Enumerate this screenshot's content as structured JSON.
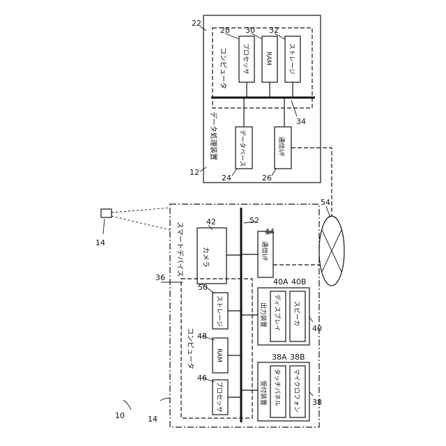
{
  "figure": {
    "labels": {
      "data_processing_device": "データ処理装置",
      "computer_top": "コンピュータ",
      "processor_top": "プロセッサ",
      "ram_top": "RAM",
      "storage_top": "ストレージ",
      "database": "データベース",
      "comm_if_top": "通信I/F",
      "smart_device": "スマートデバイス",
      "camera": "カメラ",
      "comm_if_bottom": "通信I/F",
      "computer_bottom": "コンピュータ",
      "storage_bottom": "ストレージ",
      "ram_bottom": "RAM",
      "processor_bottom": "プロセッサ",
      "output_device": "出力装置",
      "display": "ディスプレイ",
      "speaker": "スピーカ",
      "input_device": "受付装置",
      "touch_panel": "タッチパネル",
      "microphone": "マイクロフォン"
    },
    "reference_numerals": {
      "n10": "10",
      "n12": "12",
      "n14a": "14",
      "n14b": "14",
      "n22": "22",
      "n24": "24",
      "n26": "26",
      "n28": "28",
      "n30": "30",
      "n32": "32",
      "n34": "34",
      "n36": "36",
      "n38": "38",
      "n38A": "38A",
      "n38B": "38B",
      "n40": "40",
      "n40A": "40A",
      "n40B": "40B",
      "n42": "42",
      "n44": "44",
      "n46": "46",
      "n48": "48",
      "n50": "50",
      "n52": "52",
      "n54": "54"
    }
  }
}
